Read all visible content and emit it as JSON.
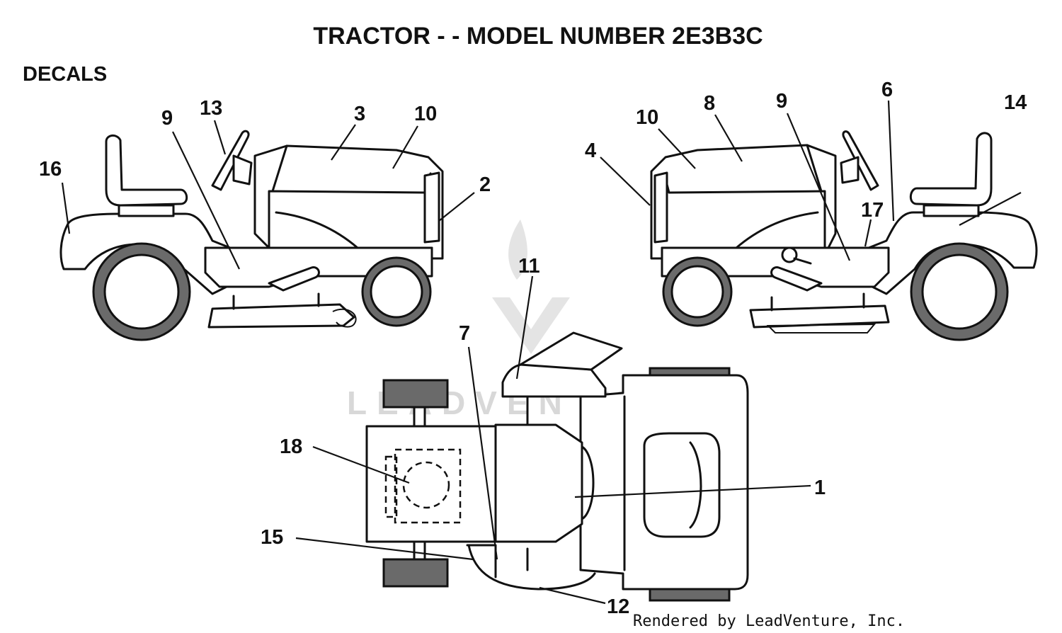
{
  "title": "TRACTOR - - MODEL NUMBER 2E3B3C",
  "section_label": "DECALS",
  "watermark": "LEADVENTURE",
  "credit": "Rendered by LeadVenture, Inc.",
  "callouts": {
    "c1": "1",
    "c2": "2",
    "c3": "3",
    "c4": "4",
    "c6": "6",
    "c7": "7",
    "c8": "8",
    "c9a": "9",
    "c9b": "9",
    "c10a": "10",
    "c10b": "10",
    "c11": "11",
    "c12": "12",
    "c13": "13",
    "c14": "14",
    "c15": "15",
    "c16": "16",
    "c17": "17",
    "c18": "18"
  }
}
